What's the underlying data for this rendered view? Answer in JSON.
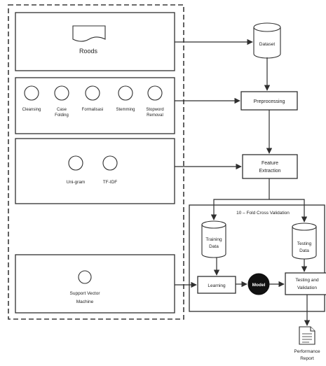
{
  "left_panel": {
    "rows": [
      {
        "title": "Roods"
      },
      {
        "items": [
          "Cleansing",
          "Case",
          "Folding",
          "Formalisasi",
          "Stemming",
          "Stopword",
          "Removal"
        ]
      },
      {
        "items": [
          "Uni-gram",
          "TF-IDF"
        ]
      },
      {
        "items": [
          "Support Vector",
          "Machine"
        ]
      }
    ]
  },
  "flow": {
    "dataset": "Dataset",
    "preprocessing": "Preprocessing",
    "feature_extraction": [
      "Feature",
      "Extraction"
    ],
    "cv_title": "10 – Fold Cross Validation",
    "training_data": [
      "Training",
      "Data"
    ],
    "testing_data": [
      "Testing",
      "Data"
    ],
    "learning": "Learning",
    "model": "Model",
    "testing_validation": [
      "Testing and",
      "Validation"
    ],
    "performance_report": [
      "Performance",
      "Report"
    ]
  }
}
